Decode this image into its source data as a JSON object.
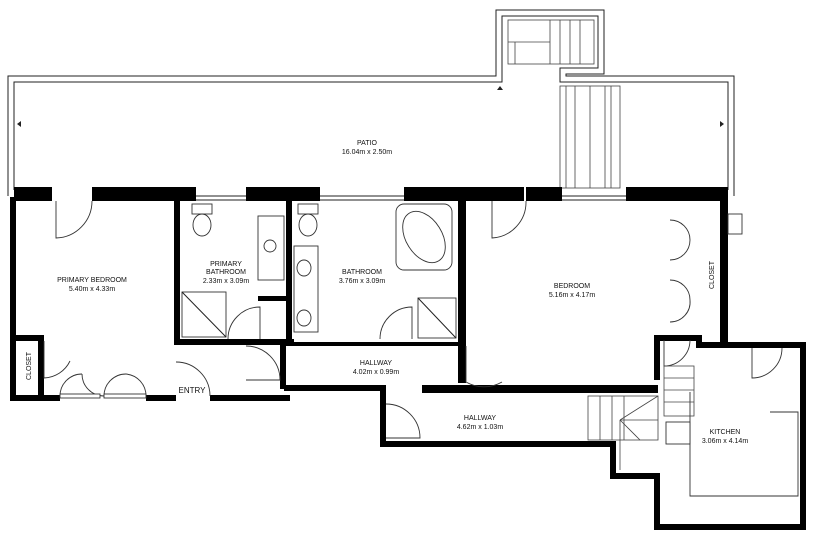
{
  "rooms": {
    "patio": {
      "name": "PATIO",
      "dims": "16.04m x 2.50m"
    },
    "primary_bedroom": {
      "name": "PRIMARY BEDROOM",
      "dims": "5.40m x 4.33m"
    },
    "primary_bathroom": {
      "name_line1": "PRIMARY",
      "name_line2": "BATHROOM",
      "dims": "2.33m x 3.09m"
    },
    "bathroom": {
      "name": "BATHROOM",
      "dims": "3.76m x 3.09m"
    },
    "bedroom": {
      "name": "BEDROOM",
      "dims": "5.16m x 4.17m"
    },
    "hallway_upper": {
      "name": "HALLWAY",
      "dims": "4.02m x 0.99m"
    },
    "hallway_lower": {
      "name": "HALLWAY",
      "dims": "4.62m x 1.03m"
    },
    "kitchen": {
      "name": "KITCHEN",
      "dims": "3.06m x 4.14m"
    },
    "closet_left": {
      "name": "CLOSET"
    },
    "closet_right": {
      "name": "CLOSET"
    },
    "entry": {
      "name": "ENTRY"
    }
  }
}
